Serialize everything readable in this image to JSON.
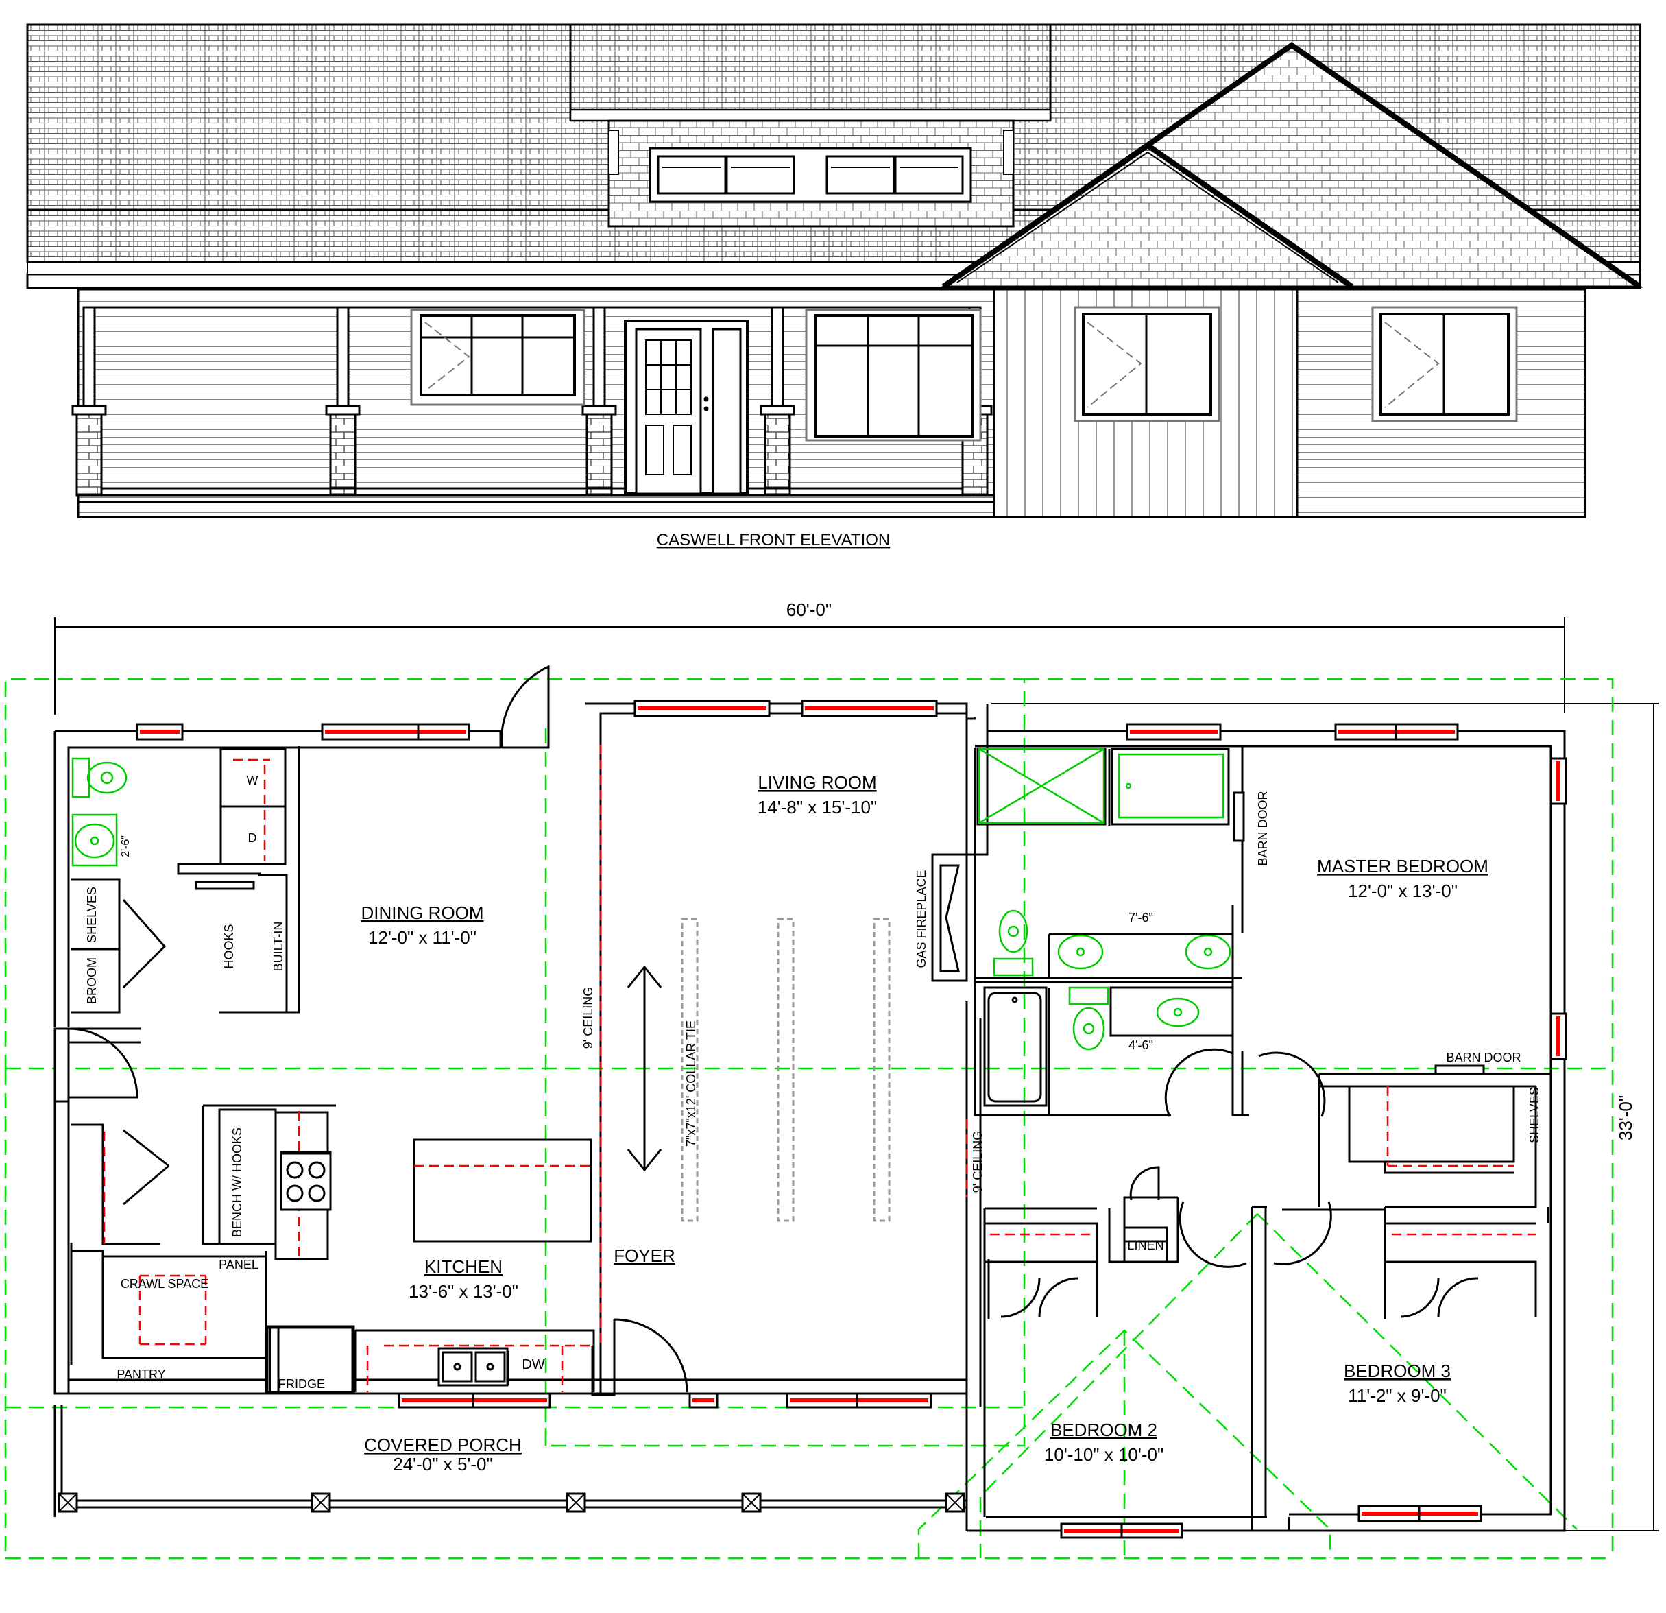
{
  "elevation": {
    "title": "CASWELL FRONT ELEVATION"
  },
  "dimensions": {
    "overall_width": "60'-0\"",
    "overall_depth": "33'-0\""
  },
  "rooms": {
    "living": {
      "name": "LIVING ROOM",
      "size": "14'-8\" x 15'-10\""
    },
    "dining": {
      "name": "DINING ROOM",
      "size": "12'-0\" x 11'-0\""
    },
    "kitchen": {
      "name": "KITCHEN",
      "size": "13'-6\" x 13'-0\""
    },
    "master": {
      "name": "MASTER BEDROOM",
      "size": "12'-0\" x 13'-0\""
    },
    "bedroom2": {
      "name": "BEDROOM 2",
      "size": "10'-10\" x 10'-0\""
    },
    "bedroom3": {
      "name": "BEDROOM 3",
      "size": "11'-2\" x 9'-0\""
    },
    "porch": {
      "name": "COVERED PORCH",
      "size": "24'-0\" x 5'-0\""
    },
    "foyer": {
      "name": "FOYER"
    }
  },
  "labels": {
    "shelves": "SHELVES",
    "broom": "BROOM",
    "hooks": "HOOKS",
    "built_in": "BUILT-IN",
    "washer": "W",
    "dryer": "D",
    "dim_2_6": "2'-6\"",
    "ceiling_9": "9' CEILING",
    "collar_tie": "7\"x7\"x12' COLLAR TIE",
    "gas_fireplace": "GAS FIREPLACE",
    "barn_door": "BARN DOOR",
    "dim_7_6": "7'-6\"",
    "dim_4_6": "4'-6\"",
    "bench_hooks": "BENCH W/ HOOKS",
    "panel": "PANEL",
    "crawl_space": "CRAWL SPACE",
    "pantry": "PANTRY",
    "fridge": "FRIDGE",
    "dishwasher": "DW",
    "linen": "LINEN",
    "shelves_b3": "SHELVES"
  },
  "colors": {
    "wall": "#000000",
    "window": "#ff0000",
    "beam": "#ff0000",
    "fixture": "#00cc00",
    "roofline": "#00dd00",
    "collar_tie": "#9a9a9a"
  }
}
